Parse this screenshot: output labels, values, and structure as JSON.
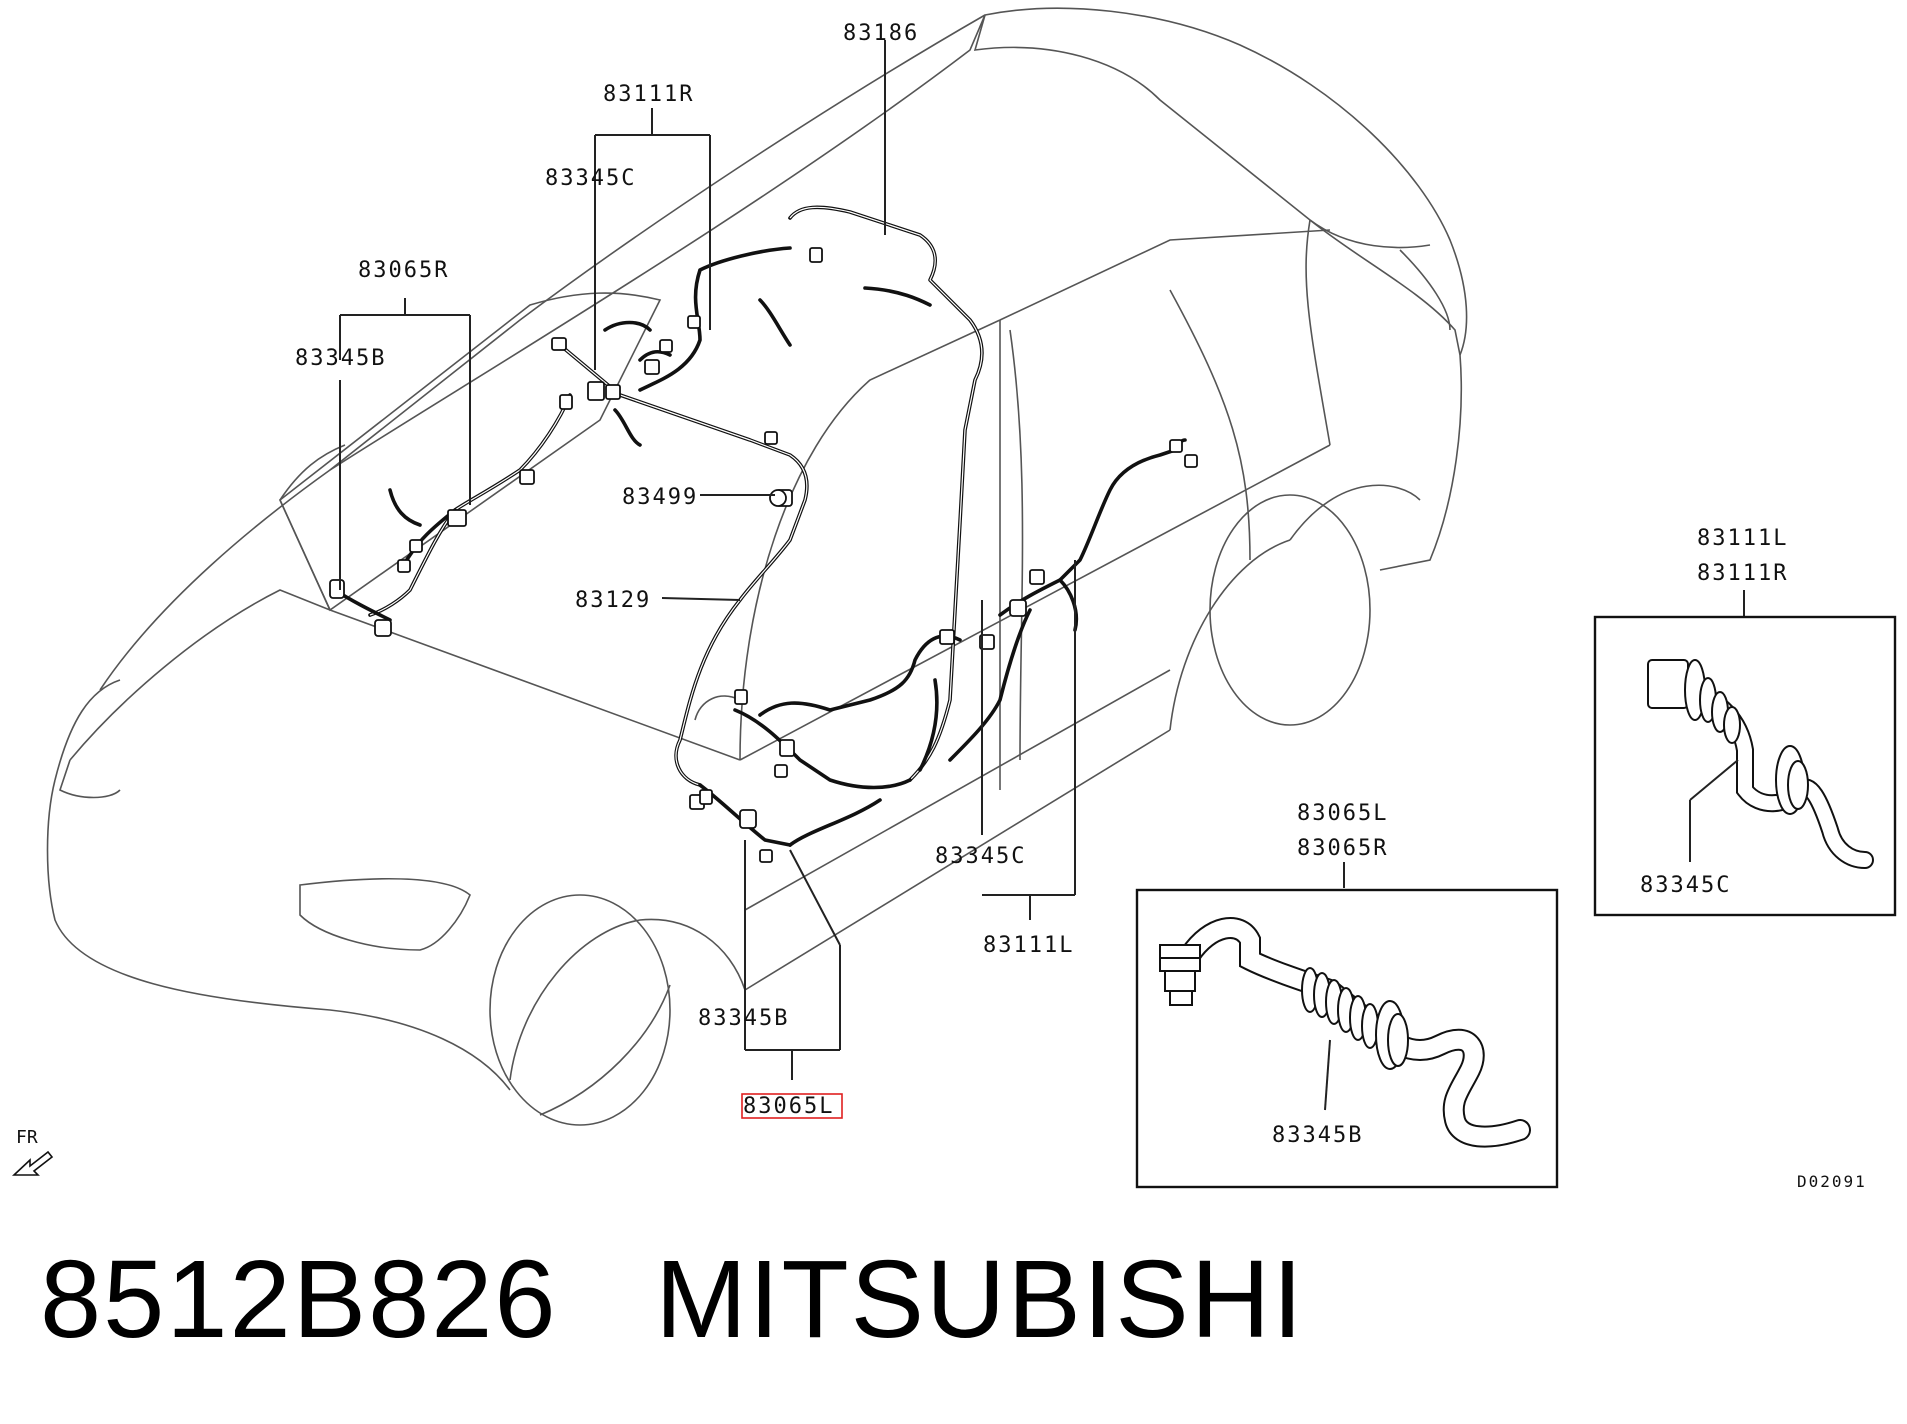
{
  "diagram": {
    "part_labels": {
      "roof_harness": "83186",
      "door_harness_right_top": "83111R",
      "grommet_c_top": "83345C",
      "front_door_harness_right": "83065R",
      "grommet_b_right": "83345B",
      "clip": "83499",
      "harness_main": "83129",
      "grommet_c_mid": "83345C",
      "door_harness_left_bottom": "83111L",
      "grommet_b_mid": "83345B",
      "front_door_harness_left": "83065L",
      "inset2_title_1": "83065L",
      "inset2_title_2": "83065R",
      "inset2_grommet": "83345B",
      "inset1_title_1": "83111L",
      "inset1_title_2": "83111R",
      "inset1_grommet": "83345C"
    },
    "highlighted_part": "83065L",
    "direction_marker": "FR",
    "diagram_code": "D02091"
  },
  "caption": {
    "part_number": "8512B826",
    "brand": "MITSUBISHI"
  }
}
